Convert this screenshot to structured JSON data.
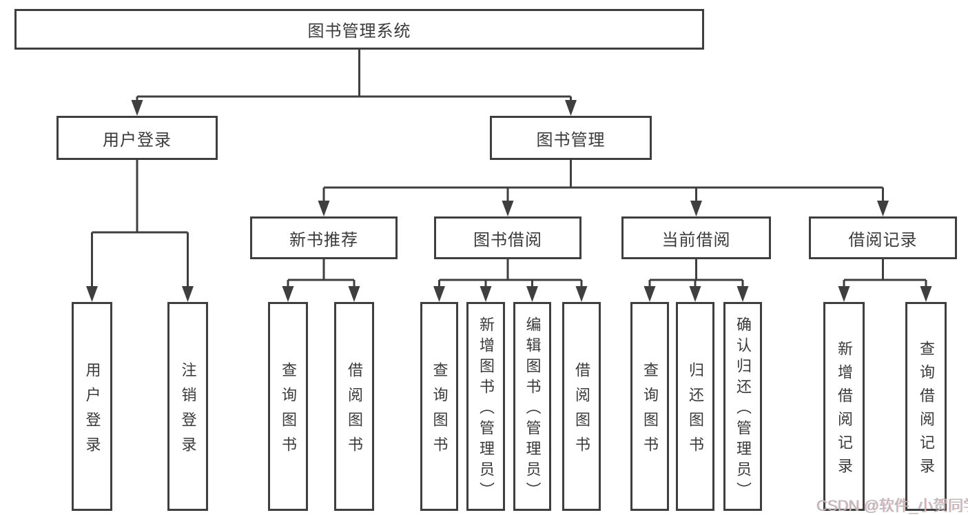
{
  "diagram": {
    "root": {
      "label": "图书管理系统"
    },
    "level2": [
      {
        "label": "用户登录"
      },
      {
        "label": "图书管理"
      }
    ],
    "level3": [
      {
        "label": "新书推荐"
      },
      {
        "label": "图书借阅"
      },
      {
        "label": "当前借阅"
      },
      {
        "label": "借阅记录"
      }
    ],
    "leaves": {
      "user": [
        "用户登录",
        "注销登录"
      ],
      "newbook": [
        "查询图书",
        "借阅图书"
      ],
      "borrow": [
        "查询图书",
        "新增图书（管理员）",
        "编辑图书（管理员）",
        "借阅图书"
      ],
      "current": [
        "查询图书",
        "归还图书",
        "确认归还（管理员）"
      ],
      "records": [
        "新增借阅记录",
        "查询借阅记录"
      ]
    }
  },
  "watermark": {
    "text": "CSDN @软件_小贺同学"
  },
  "colors": {
    "line": "#3f3f3f",
    "text": "#3a3a3a",
    "box_background": "#ffffff",
    "watermark": "#bdb7b7"
  }
}
